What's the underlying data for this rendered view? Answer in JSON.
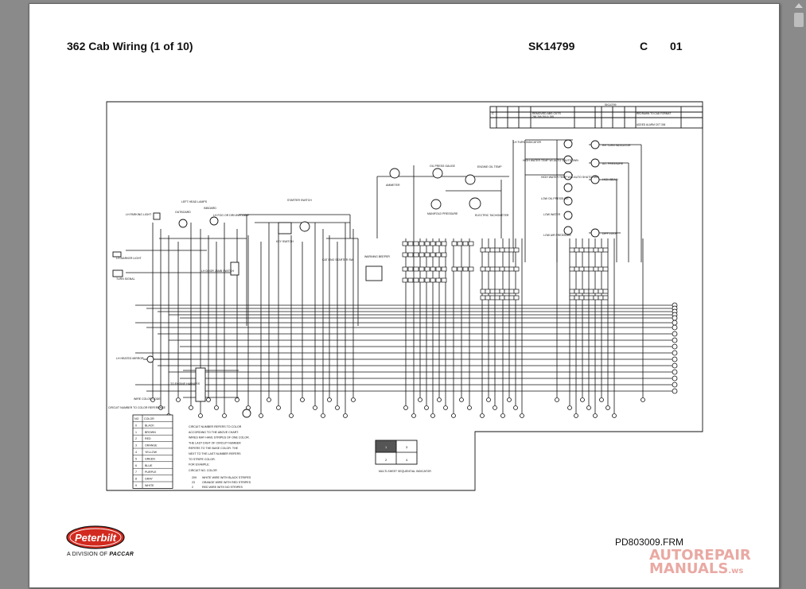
{
  "header": {
    "sheet_title": "362 Cab Wiring (1 of 10)",
    "document_number": "SK14799",
    "revision": "C",
    "sheet": "01"
  },
  "footer": {
    "frm_code": "PD803009.FRM",
    "brand": "Peterbilt",
    "division_prefix": "A DIVISION OF",
    "division_company": "PACCAR"
  },
  "watermark": {
    "line1": "AUTOREPAIR",
    "line2": "MANUALS",
    "suffix": ".ws"
  },
  "colors": {
    "ink": "#111111",
    "logo_red": "#d22a1f",
    "watermark": "#e9a9a3"
  },
  "diagram": {
    "title_block": {
      "drawing_no": "SK14799",
      "rev_c_text": "REMOVED ABS CKTS",
      "rev_c_sub": "266,266,260 & 268",
      "rev_right_1": "REDRAWN TO CAD FORMAT",
      "rev_right_2": "ADDED ALARM CKT 306"
    },
    "labels": {
      "lh_parking_light": "LH PARKING LIGHT",
      "left_head_lamps": "LEFT HEAD LAMPS",
      "outboard": "OUTBOARD",
      "inboard": "INBOARD",
      "lh_fog": "LH FOG OR DRIVING LAMP",
      "starter_switch": "STARTER SWITCH",
      "key_switch": "KEY SWITCH",
      "cat_eng_starter_sw": "CAT ENG STARTER SW",
      "lh_marker_light": "LH MARKER LIGHT",
      "turn_signal": "TURN SIGNAL",
      "lh_door_jamb": "LH DOOR JAMB SWITCH",
      "warning_beeper": "WARNING BEEPER",
      "ammeter": "AMMETER",
      "oil_press_gauge": "OIL PRESS GAUGE",
      "engine_oil_temp": "ENGINE OIL TEMP",
      "manifold_pressure": "MANIFOLD PRESSURE",
      "electric_tachometer": "ELECTRIC TACHOMETER",
      "lh_turn_indicator": "LH TURN INDICATOR",
      "high_water_temp": "HIGH WATER TEMP W/ AUTO SHUTDOWN",
      "high_water_temp_no_auto": "HIGH WATER TEMP W/O AUTO SHUTDOWN",
      "low_oil_pressure": "LOW OIL PRESSURE",
      "low_water": "LOW WATER",
      "low_air_pressure": "LOW AIR PRESSURE",
      "rh_turn_indicator": "RH TURN INDICATOR",
      "a_c_pressure": "A/C PRESSURE",
      "high_beam": "HIGH BEAM",
      "diff_lock": "DIFF LOCK",
      "lh_heated_mirror": "LH HEATED MIRROR",
      "to_engine_harness": "TO ENGINE HARNESS",
      "wire_color_code": "WIRE COLOR CODE",
      "circuit_to_color": "CIRCUIT NUMBER TO COLOR REFERENCE",
      "multisheet_indicator": "MULTI-SHEET SEQUENTIAL INDICATOR"
    },
    "color_table": {
      "headers": [
        "NO",
        "COLOR"
      ],
      "rows": [
        [
          "0",
          "BLACK"
        ],
        [
          "1",
          "BROWN"
        ],
        [
          "2",
          "RED"
        ],
        [
          "3",
          "ORANGE"
        ],
        [
          "4",
          "YELLOW"
        ],
        [
          "5",
          "GREEN"
        ],
        [
          "6",
          "BLUE"
        ],
        [
          "7",
          "PURPLE"
        ],
        [
          "8",
          "GRAY"
        ],
        [
          "9",
          "WHITE"
        ]
      ]
    },
    "notes": [
      "CIRCUIT NUMBER REFERS TO COLOR",
      "ACCORDING TO THE ABOVE CHART.",
      "WIRES MAY HAVE STRIPES OF ONE COLOR.",
      "THE LAST DIGIT OF CIRCUIT NUMBER",
      "REFERS TO THE BASE COLOR. THE",
      "NEXT TO THE LAST NUMBER REFERS",
      "TO STRIPE COLOR.",
      "FOR EXAMPLE:"
    ],
    "example_header": "CIRCUIT NO.  COLOR",
    "examples": [
      [
        "209",
        "WHITE WIRE WITH BLACK STRIPES"
      ],
      [
        "23",
        "ORANGE WIRE WITH RED STRIPES"
      ],
      [
        "2",
        "RED WIRE WITH NO STRIPES"
      ]
    ],
    "multisheet": [
      "1",
      "2",
      "3",
      "4"
    ]
  }
}
